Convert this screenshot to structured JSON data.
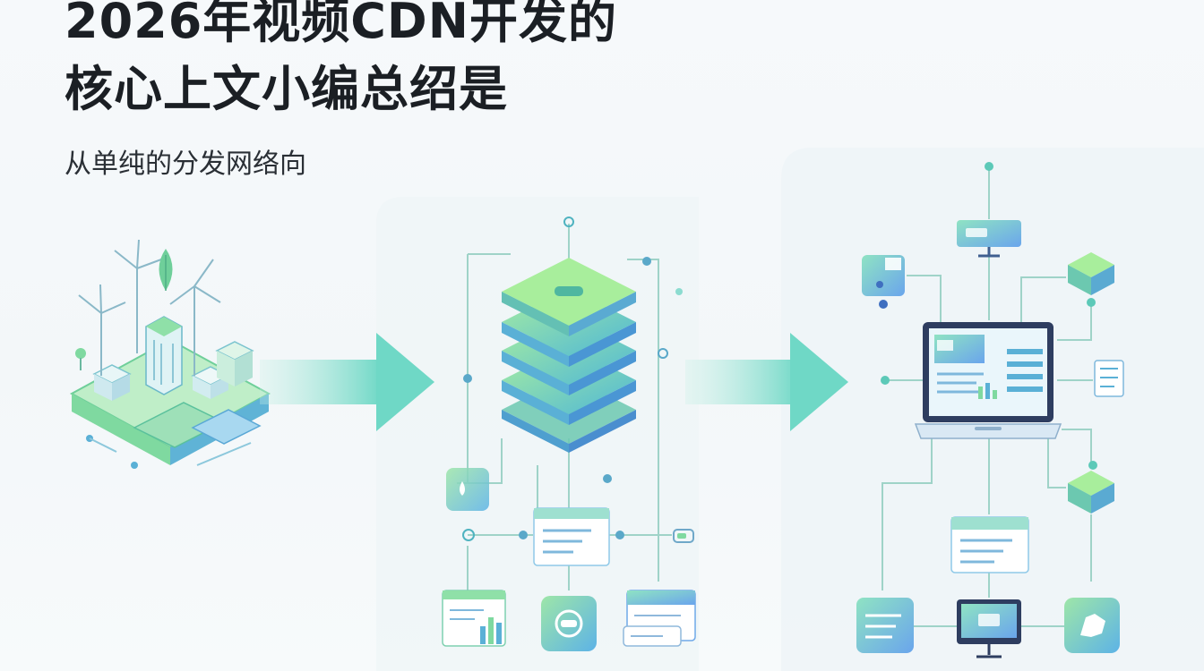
{
  "hero": {
    "title_line1": "2026年视频CDN开发的",
    "title_line2": "核心上文小编总绍是",
    "subtitle": "从单纯的分发网络向"
  },
  "illustration": {
    "stages": [
      {
        "name": "green-energy-city",
        "icon": "wind-turbine-icon"
      },
      {
        "name": "server-stack",
        "icon": "server-stack-icon"
      },
      {
        "name": "laptop-network",
        "icon": "laptop-icon"
      }
    ],
    "colors": {
      "green": "#7fd9a0",
      "teal": "#5cc9b8",
      "blue": "#6fa8e8",
      "line": "#9fd3c8"
    }
  }
}
